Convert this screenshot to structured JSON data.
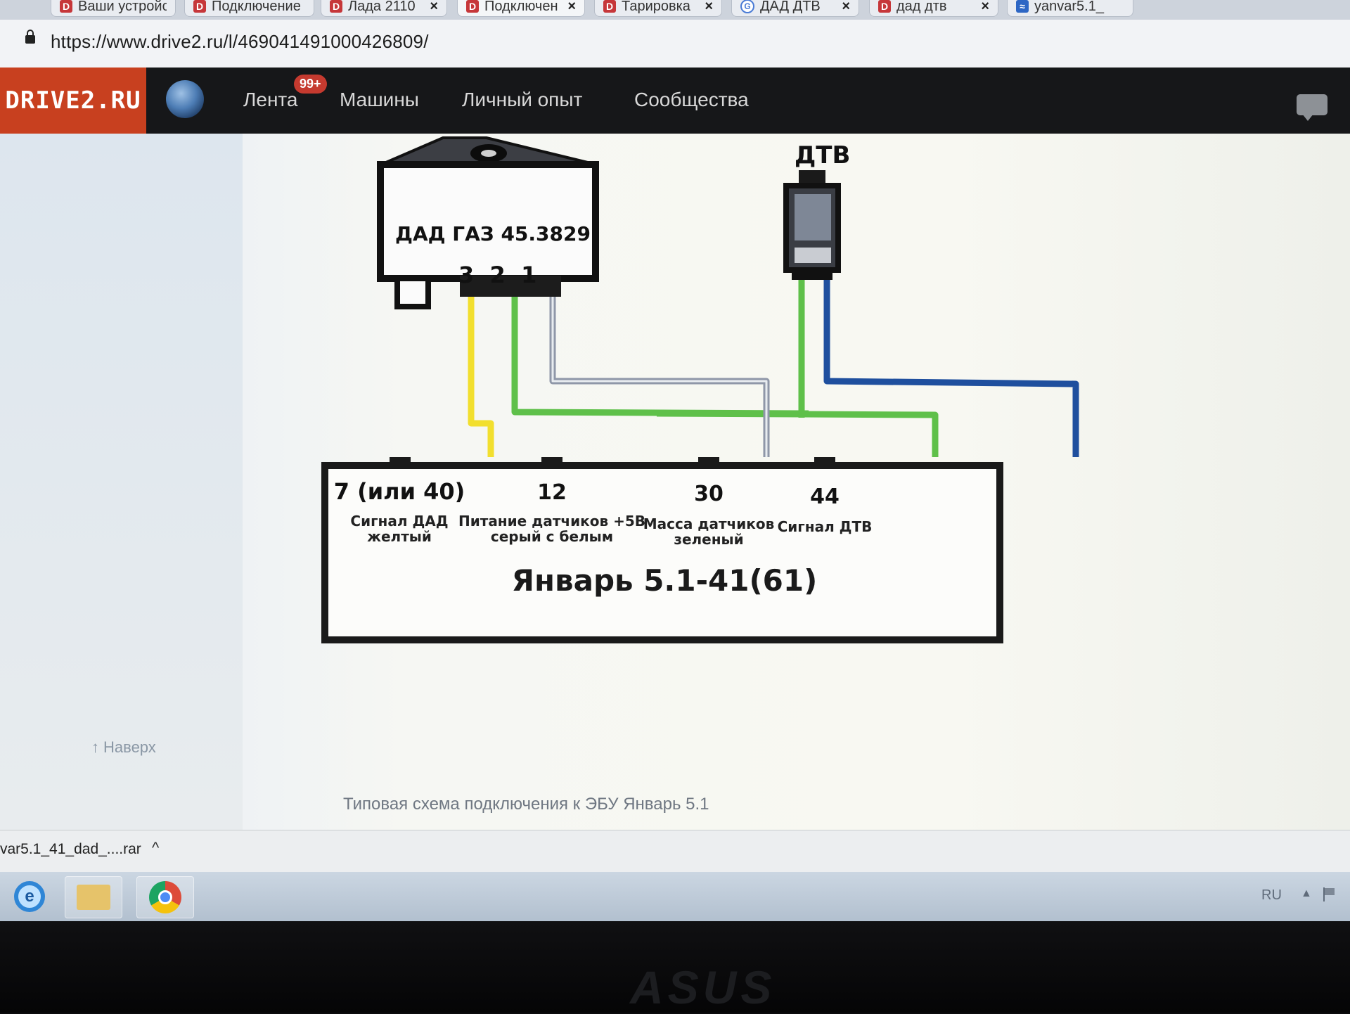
{
  "browser": {
    "tabs": [
      {
        "label": "Ваши устройства",
        "favicon": "D",
        "active": false
      },
      {
        "label": "Подключение",
        "favicon": "D",
        "active": false
      },
      {
        "label": "Лада 2110",
        "favicon": "D",
        "active": false
      },
      {
        "label": "Подключен",
        "favicon": "D",
        "active": true
      },
      {
        "label": "Тарировка",
        "favicon": "D",
        "active": false
      },
      {
        "label": "ДАД ДТВ",
        "favicon": "G",
        "active": false
      },
      {
        "label": "дад дтв",
        "favicon": "D",
        "active": false
      },
      {
        "label": "yanvar5.1_",
        "favicon": "≈",
        "active": false
      }
    ],
    "close_glyph": "×",
    "url": "https://www.drive2.ru/l/469041491000426809/"
  },
  "site": {
    "logo": "DRIVE2.RU",
    "nav": {
      "feed": "Лента",
      "feed_badge": "99+",
      "cars": "Машины",
      "experience": "Личный опыт",
      "communities": "Сообщества"
    },
    "back_to_top": "Наверх",
    "caption": "Типовая схема подключения к ЭБУ Январь 5.1"
  },
  "diagram": {
    "map_sensor_label": "ДАД ГАЗ 45.3829",
    "map_pins": "3  2  1",
    "iat_sensor_label": "ДТВ",
    "ecu_label": "Январь 5.1-41(61)",
    "pins": [
      {
        "number": "7 (или 40)",
        "desc1": "Сигнал ДАД",
        "desc2": "желтый"
      },
      {
        "number": "12",
        "desc1": "Питание датчиков +5В",
        "desc2": "серый с белым"
      },
      {
        "number": "30",
        "desc1": "Масса датчиков",
        "desc2": "зеленый"
      },
      {
        "number": "44",
        "desc1": "Сигнал ДТВ",
        "desc2": ""
      }
    ],
    "wire_colors": {
      "yellow": "#f2df2e",
      "green": "#5fc04a",
      "gray": "#8f97a8",
      "blue": "#1f4f9e"
    }
  },
  "downloads": {
    "file": "var5.1_41_dad_....rar",
    "chevron": "^"
  },
  "taskbar": {
    "ie_letter": "e",
    "lang": "RU",
    "tray_arrow": "▲"
  },
  "bezel": {
    "brand": "ASUS"
  }
}
